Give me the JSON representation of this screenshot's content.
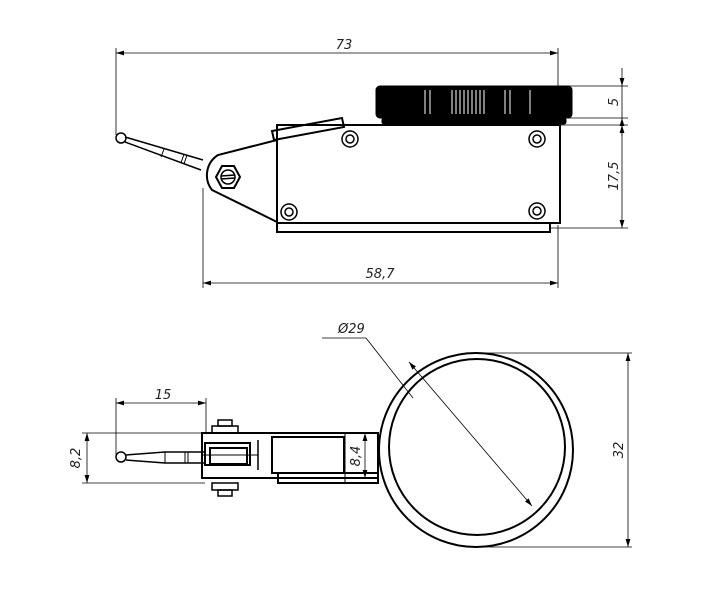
{
  "drawing": {
    "top_view": {
      "dimensions": {
        "overall_length": "73",
        "body_length": "58,7",
        "dial_height": "5",
        "body_height": "17,5"
      }
    },
    "bottom_view": {
      "dimensions": {
        "dial_diameter": "Ø29",
        "stylus_reach": "15",
        "stylus_height": "8,2",
        "neck_height": "8,4",
        "overall_width": "32"
      }
    },
    "colors": {
      "line": "#000000",
      "dim": "#222222"
    }
  }
}
